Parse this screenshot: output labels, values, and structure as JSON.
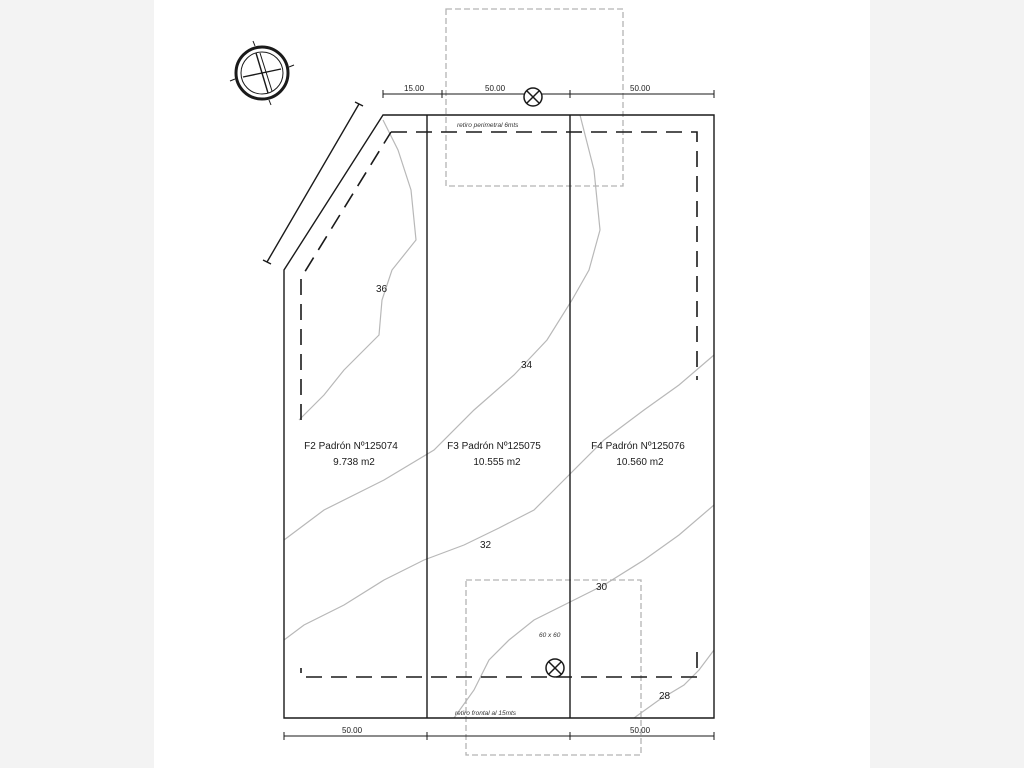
{
  "colors": {
    "background": "#f3f3f3",
    "sheet": "#ffffff",
    "line": "#1a1a1a",
    "contour": "#b8b8b8",
    "building_outline": "#b3b3b3"
  },
  "icons": {
    "north": "north-arrow-icon",
    "point_top": "survey-point-icon",
    "point_bottom": "survey-point-icon"
  },
  "lots": [
    {
      "name": "F2 Padrón Nº125074",
      "area": "9.738 m2"
    },
    {
      "name": "F3 Padrón Nº125075",
      "area": "10.555 m2"
    },
    {
      "name": "F4 Padrón Nº125076",
      "area": "10.560 m2"
    }
  ],
  "dimensions": {
    "top": [
      "15.00",
      "50.00",
      "50.00"
    ],
    "bottom": [
      "50.00",
      "50.00"
    ]
  },
  "contours": [
    "36",
    "34",
    "32",
    "30",
    "28"
  ],
  "notes": {
    "setback_perimeter": "retiro perimetral 6mts",
    "setback_front": "retiro frontal al 15mts",
    "building_size": "60 x 60"
  }
}
